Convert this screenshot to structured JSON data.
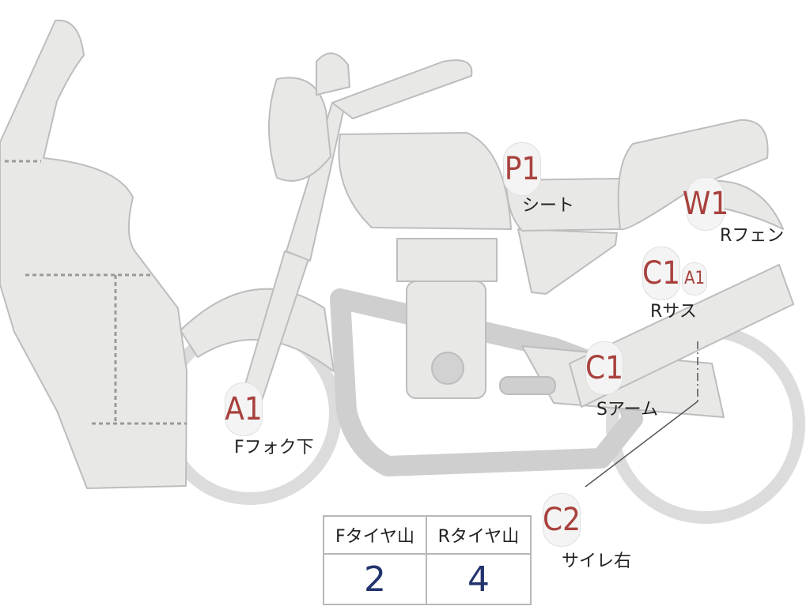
{
  "colors": {
    "part_fill": "#e8e8e6",
    "part_stroke": "#bdbdbd",
    "marker_text": "#a8413d",
    "value_text": "#22346c"
  },
  "markers": {
    "a1_fork": "A1",
    "p1_seat": "P1",
    "w1_fender": "W1",
    "c1_rsus": "C1",
    "a1_rsus": "A1",
    "c1_arm": "C1",
    "c2_muffler": "C2"
  },
  "labels": {
    "front_fork": "Fフォク下",
    "seat": "シート",
    "rear_fender": "Rフェン",
    "rear_suspension": "Rサス",
    "swing_arm": "Sアーム",
    "muffler_right": "サイレ右"
  },
  "tire_table": {
    "front_header": "Fタイヤ山",
    "rear_header": "Rタイヤ山",
    "front_value": "2",
    "rear_value": "4"
  }
}
